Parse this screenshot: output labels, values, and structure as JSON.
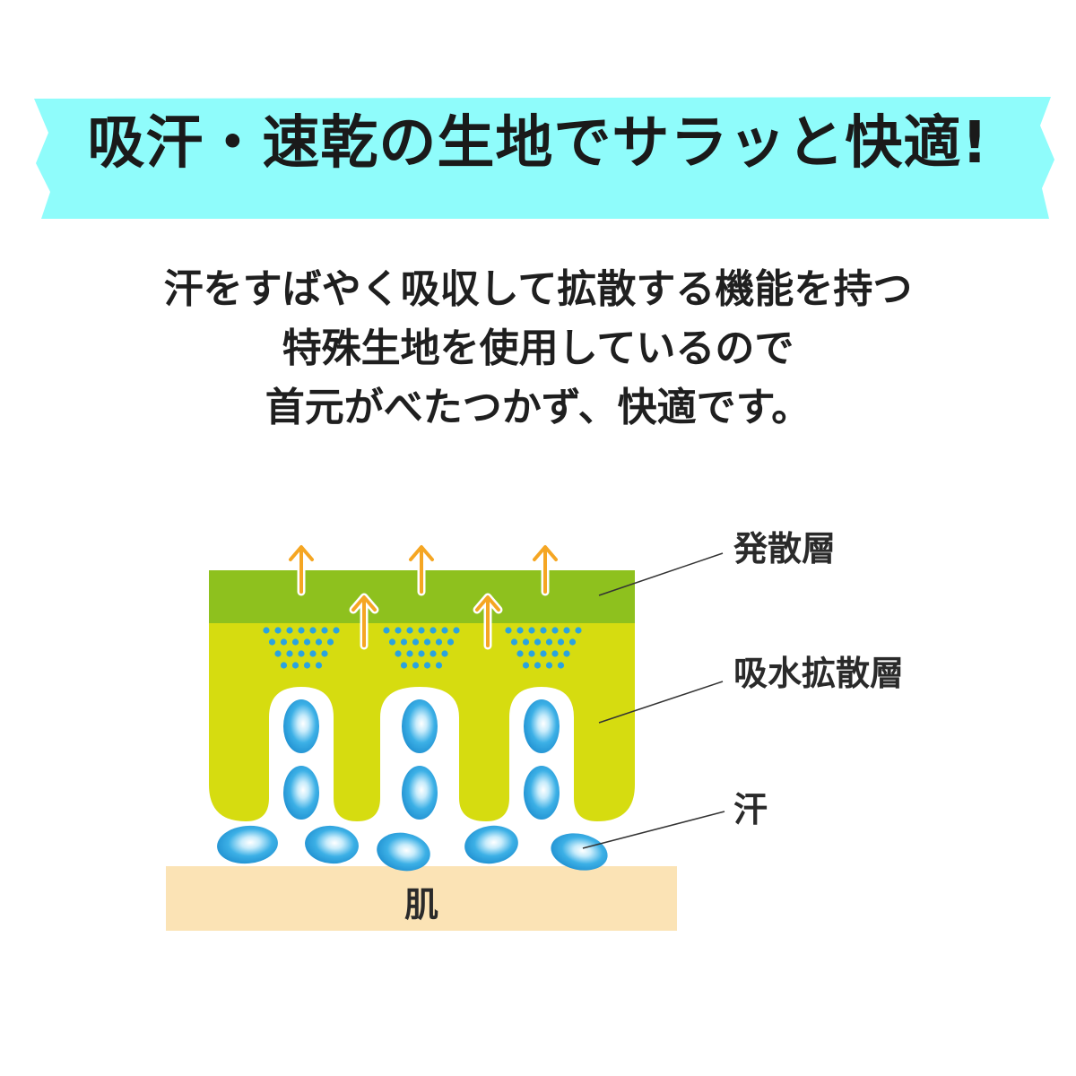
{
  "headline": "吸汗・速乾の生地でサラッと快適!",
  "body_lines": [
    "汗をすばやく吸収して拡散する機能を持つ",
    "特殊生地を使用しているので",
    "首元がべたつかず、快適です。"
  ],
  "diagram": {
    "labels": {
      "diffusion_layer": "発散層",
      "absorb_layer": "吸水拡散層",
      "sweat": "汗",
      "skin": "肌"
    }
  },
  "colors": {
    "banner": "#8ffcfb",
    "top_layer": "#8ec11e",
    "absorb_layer": "#d6dc10",
    "skin": "#fbe3b5",
    "arrow": "#f5a623",
    "droplet": "#2aa3e0",
    "dot": "#2aa3e0"
  }
}
